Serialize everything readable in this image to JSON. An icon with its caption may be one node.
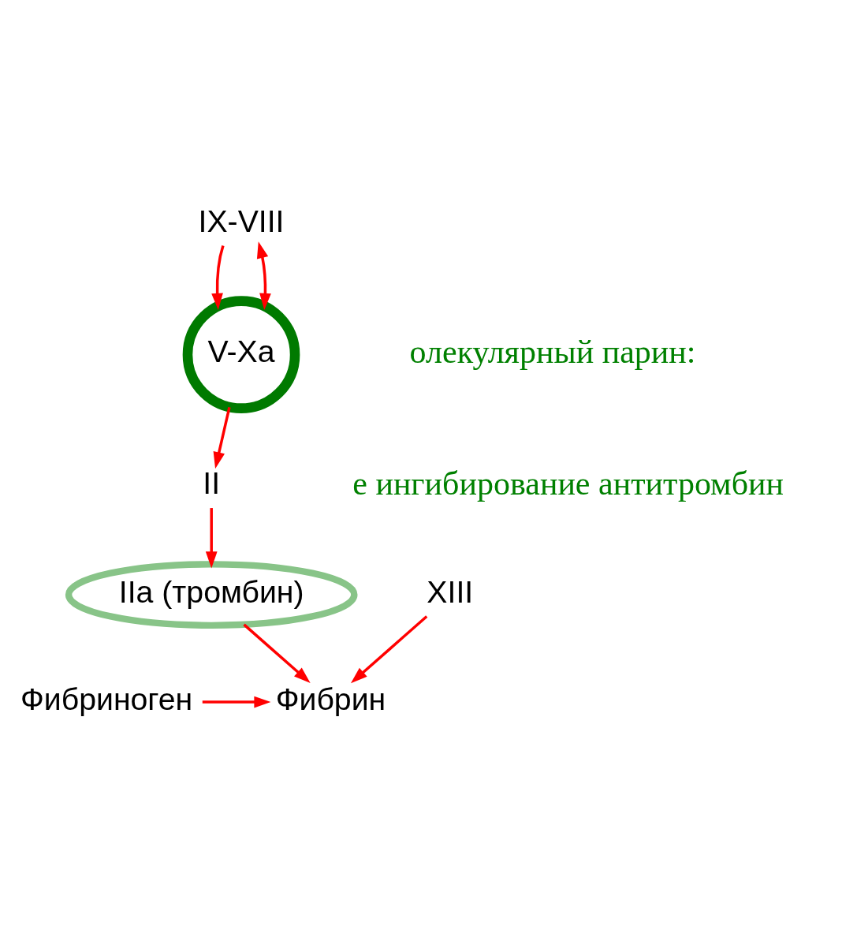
{
  "diagram": {
    "nodes": [
      {
        "text": [
          "IX-VIII"
        ]
      },
      {
        "text": [
          "V-Xa"
        ]
      },
      {
        "text": [
          "II"
        ]
      },
      {
        "text": [
          "IIa (тромбин)"
        ]
      },
      {
        "text": [
          "Фибриноген"
        ]
      },
      {
        "text": [
          "Фибрин"
        ]
      },
      {
        "text": [
          "XIII"
        ]
      }
    ],
    "edges": [
      {
        "from": 1,
        "to": 0,
        "arrow": "both"
      },
      {
        "from": 0,
        "to": 1,
        "arrow": "to"
      },
      {
        "from": 1,
        "to": 2,
        "arrow": "to"
      },
      {
        "from": 2,
        "to": 3,
        "arrow": "to"
      },
      {
        "from": 3,
        "to": 5,
        "arrow": "to"
      },
      {
        "from": 4,
        "to": 5,
        "arrow": "to"
      },
      {
        "from": 6,
        "to": 5,
        "arrow": "to"
      }
    ],
    "labels": [
      "олекулярный парин:",
      "е ингибирование антитромбин"
    ]
  }
}
